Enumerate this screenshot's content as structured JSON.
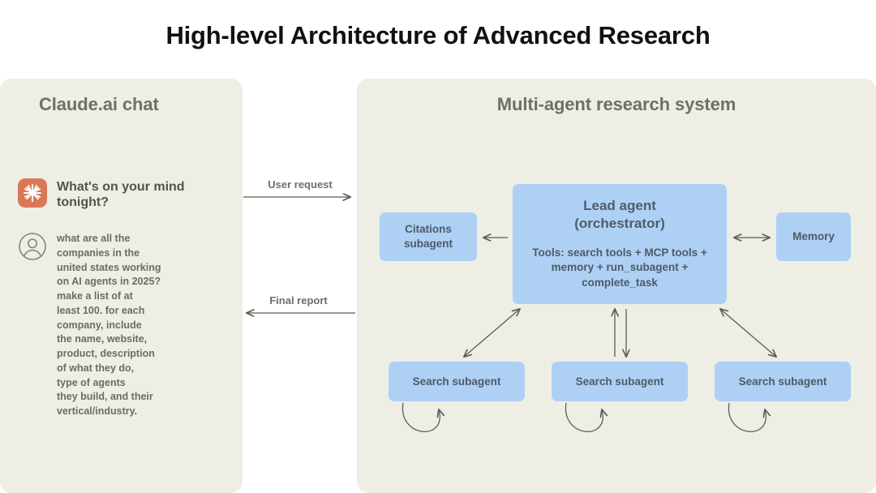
{
  "title": "High-level Architecture of Advanced Research",
  "colors": {
    "page_background": "#ffffff",
    "panel_background": "#efeee5",
    "node_blue": "#aed0f5",
    "claude_orange": "#d97757",
    "title_text": "#111111",
    "heading_text": "#6f6f66",
    "node_text": "#4f5a66",
    "arrow_stroke": "#5c5c55"
  },
  "chat_panel": {
    "heading": "Claude.ai chat",
    "assistant": {
      "icon": "claude-starburst-icon",
      "greeting": "What's on your mind tonight?"
    },
    "user": {
      "icon": "user-avatar-icon",
      "message": "what are all the\ncompanies in the\nunited states working\non AI agents in 2025?\nmake a list of at\nleast 100. for each\ncompany, include\nthe name, website,\nproduct, description\nof what they do,\ntype of agents\nthey build, and their\nvertical/industry."
    }
  },
  "flows": {
    "user_request": "User request",
    "final_report": "Final report"
  },
  "system_panel": {
    "heading": "Multi-agent research system",
    "lead_agent": {
      "title": "Lead agent\n(orchestrator)",
      "tools": "Tools: search tools + MCP tools + memory + run_subagent + complete_task"
    },
    "citations": {
      "label": "Citations\nsubagent"
    },
    "memory": {
      "label": "Memory"
    },
    "search_subagents": [
      {
        "label": "Search subagent"
      },
      {
        "label": "Search subagent"
      },
      {
        "label": "Search subagent"
      }
    ]
  }
}
